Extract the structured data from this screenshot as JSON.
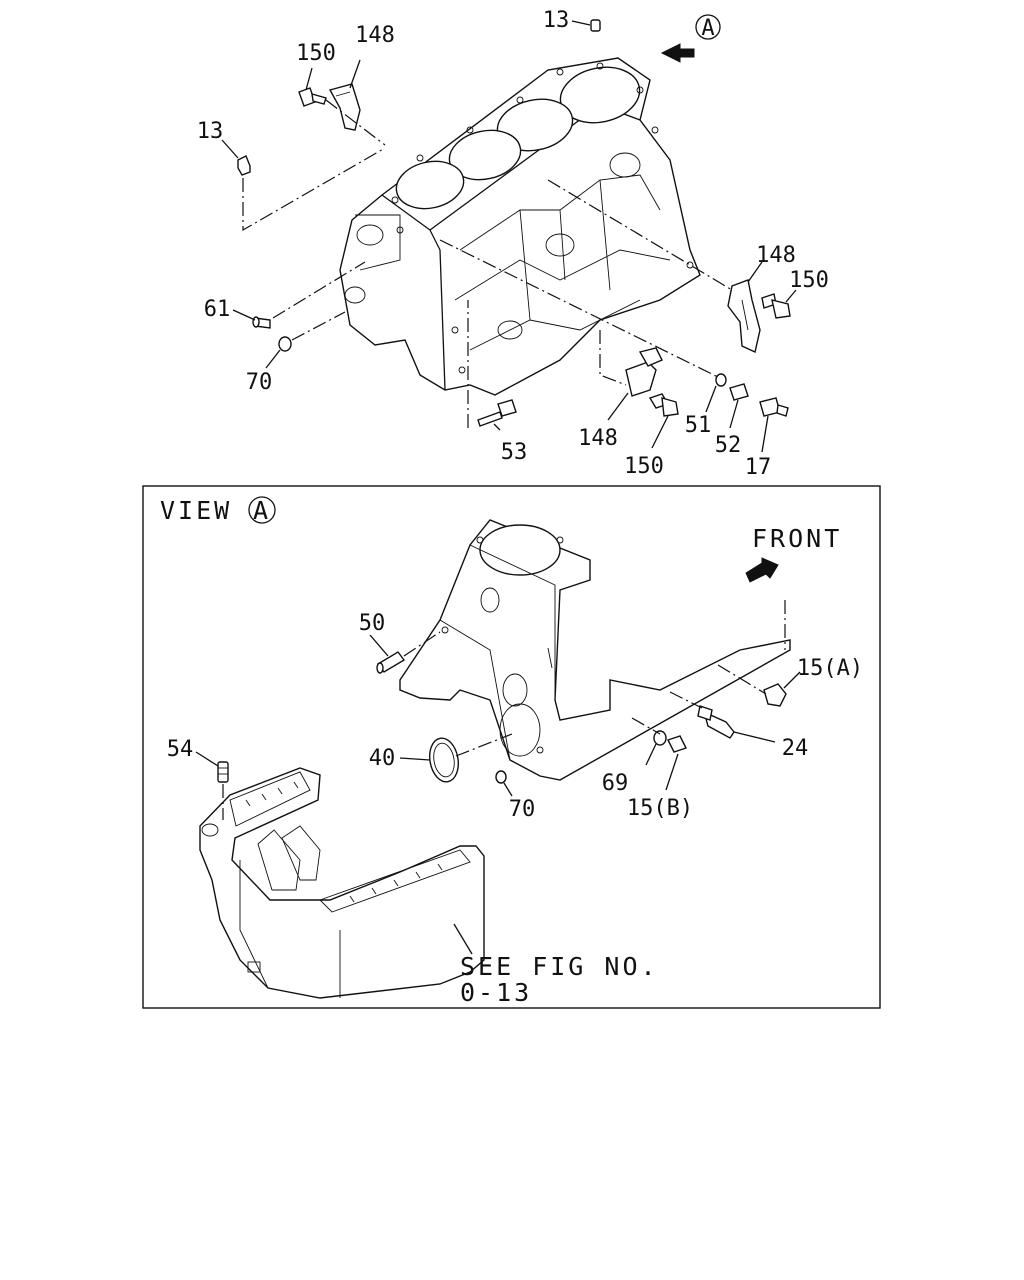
{
  "callouts": {
    "c13_top": "13",
    "c13_left": "13",
    "c148_top": "148",
    "c150_top": "150",
    "c61": "61",
    "c70_top": "70",
    "c53": "53",
    "c148_bottom": "148",
    "c150_bottom": "150",
    "c51": "51",
    "c52": "52",
    "c17": "17",
    "c148_right": "148",
    "c150_right": "150",
    "view_marker_top": "A",
    "c50": "50",
    "c40": "40",
    "c70_view": "70",
    "c69": "69",
    "c15a": "15(A)",
    "c15b": "15(B)",
    "c24": "24",
    "c54": "54"
  },
  "view": {
    "title": "VIEW",
    "marker": "A",
    "front_label": "FRONT",
    "see_fig_line1": "SEE FIG NO.",
    "see_fig_line2": "0-13"
  },
  "icons": [
    "arrow-view-a-icon",
    "front-arrow-icon"
  ]
}
